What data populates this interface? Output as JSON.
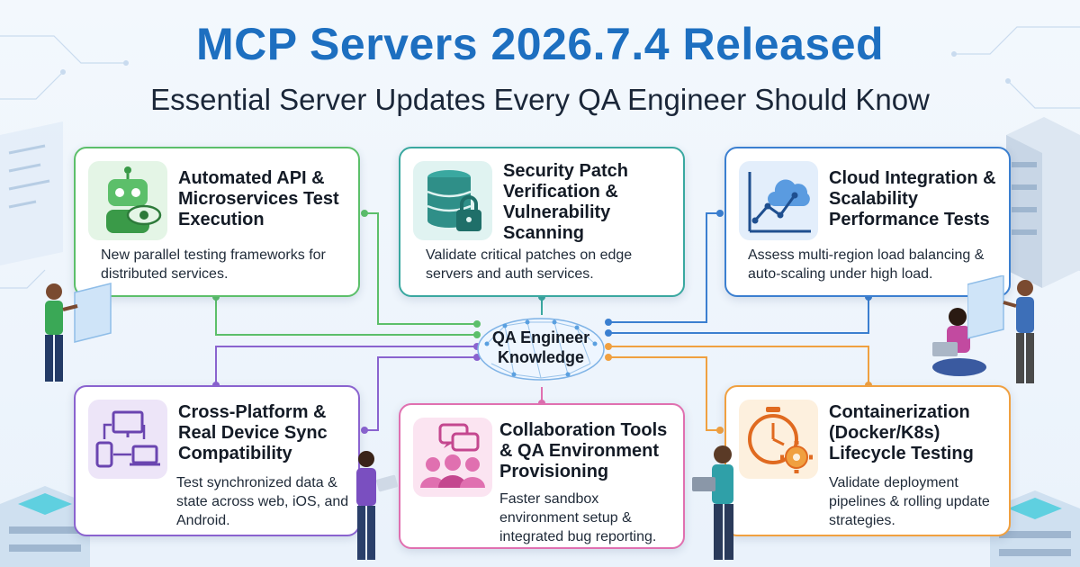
{
  "header": {
    "title": "MCP Servers 2026.7.4 Released",
    "subtitle": "Essential Server Updates Every QA Engineer Should Know"
  },
  "hub": {
    "label": "QA Engineer Knowledge"
  },
  "cards": [
    {
      "title": "Automated API & Microservices Test Execution",
      "description": "New parallel testing frameworks for distributed services.",
      "icon": "robot-eye-icon",
      "accent": "#5cbf6a"
    },
    {
      "title": "Security Patch Verification & Vulnerability Scanning",
      "description": "Validate critical patches on edge servers and auth services.",
      "icon": "database-lock-icon",
      "accent": "#3aa8a0"
    },
    {
      "title": "Cloud Integration & Scalability Performance Tests",
      "description": "Assess multi-region load balancing & auto-scaling under high load.",
      "icon": "cloud-chart-icon",
      "accent": "#3b7fd0"
    },
    {
      "title": "Cross-Platform & Real Device Sync Compatibility",
      "description": "Test synchronized data & state across web, iOS, and Android.",
      "icon": "devices-sync-icon",
      "accent": "#8a63cf"
    },
    {
      "title": "Collaboration Tools & QA Environment Provisioning",
      "description": "Faster sandbox environment setup & integrated bug reporting.",
      "icon": "team-chat-icon",
      "accent": "#e070b0"
    },
    {
      "title": "Containerization (Docker/K8s) Lifecycle Testing",
      "description": "Validate deployment pipelines & rolling update strategies.",
      "icon": "stopwatch-gear-icon",
      "accent": "#f0a040"
    }
  ]
}
